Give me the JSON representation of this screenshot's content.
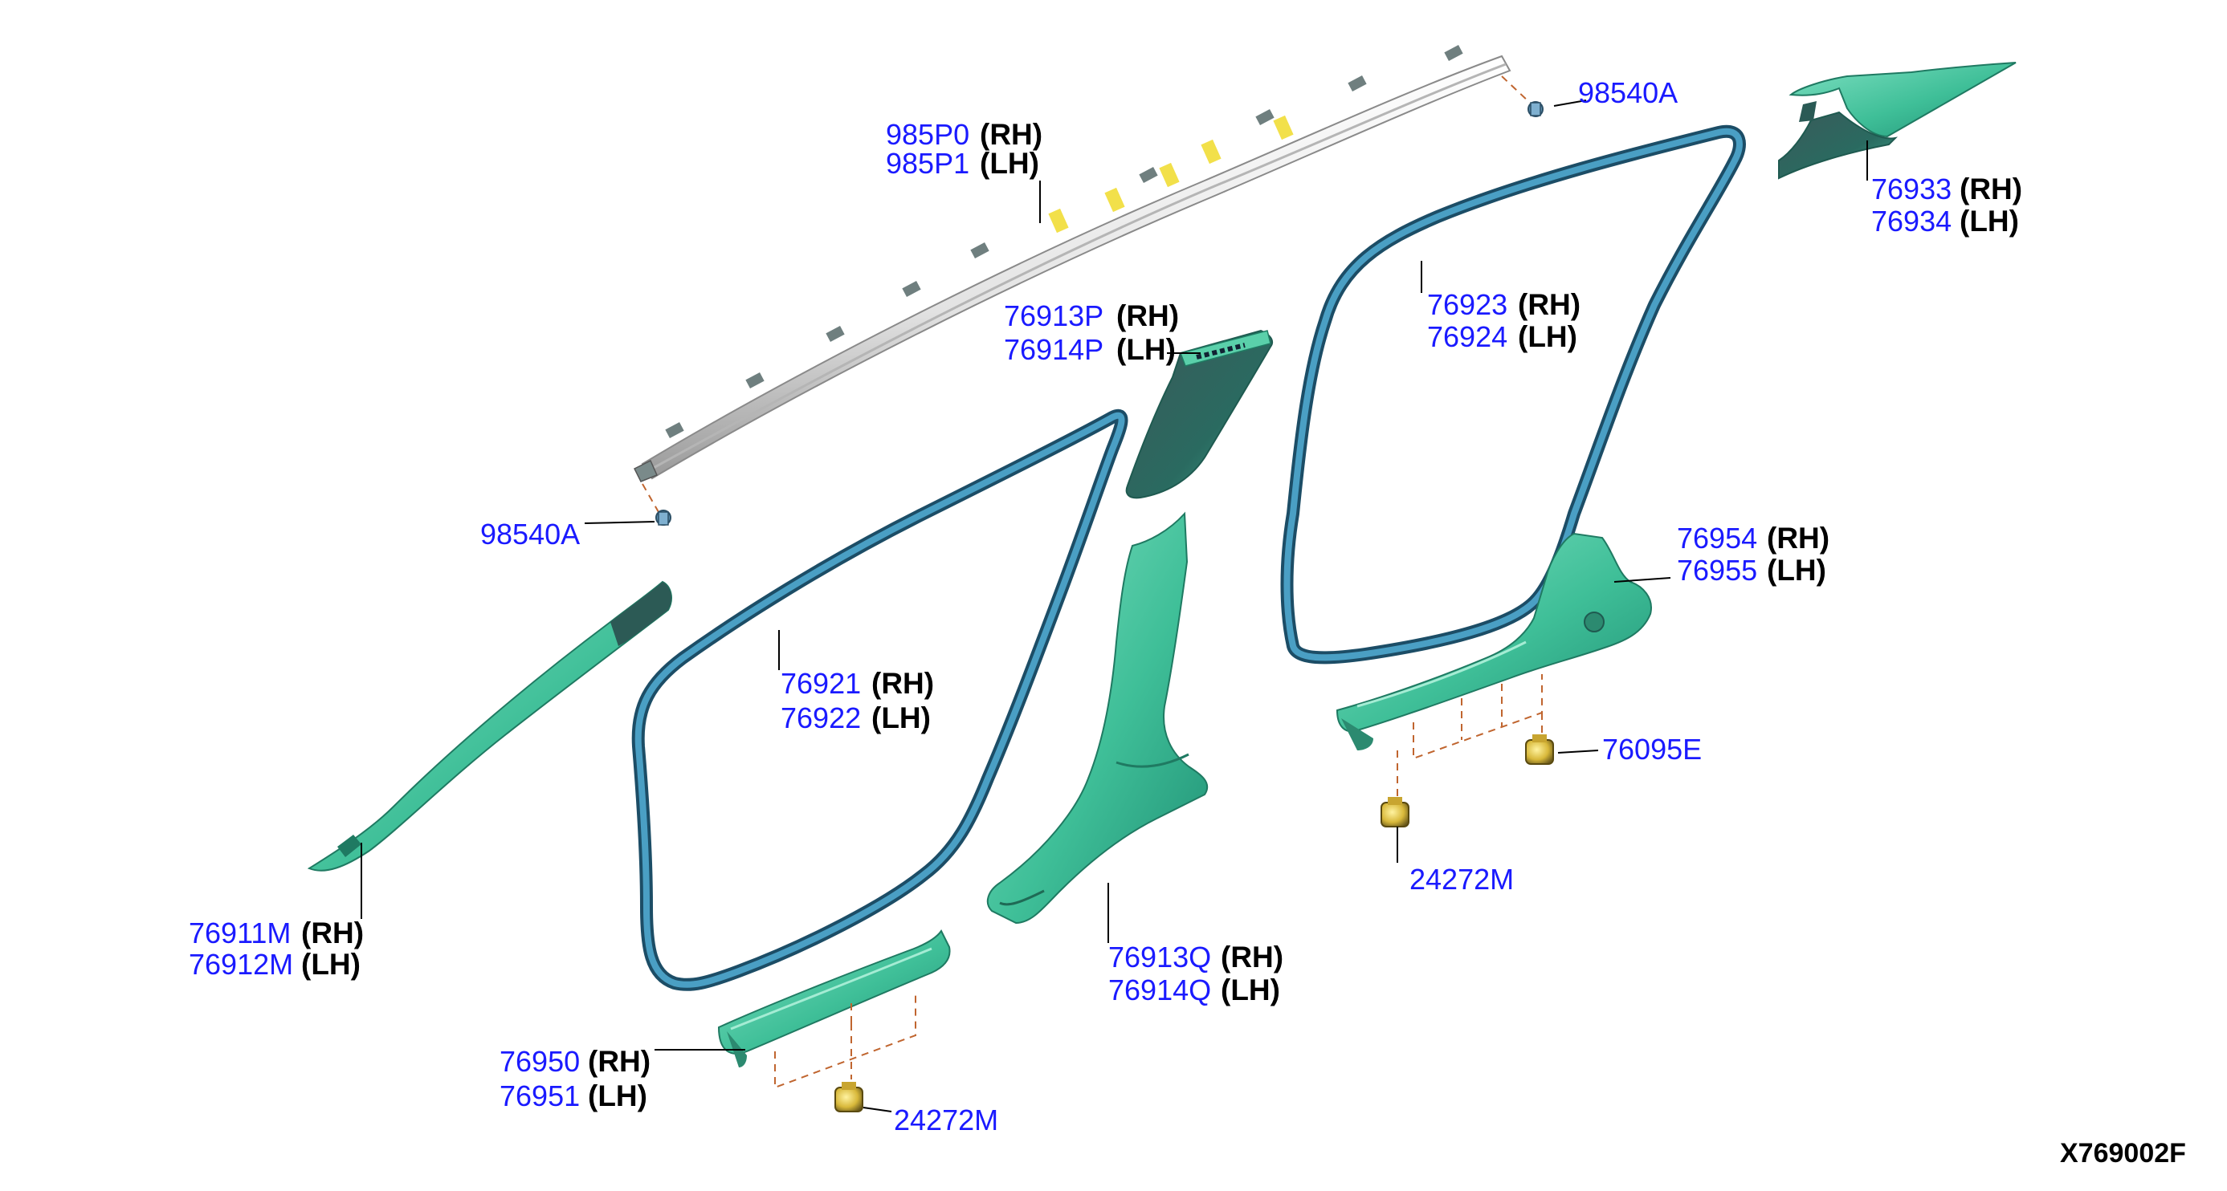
{
  "diagram_id": "X769002F",
  "callouts": [
    {
      "id": "airbag",
      "part_rh": "985P0",
      "side_rh": "(RH)",
      "part_lh": "985P1",
      "side_lh": "(LH)"
    },
    {
      "id": "bolt-right",
      "part": "98540A"
    },
    {
      "id": "bolt-left",
      "part": "98540A"
    },
    {
      "id": "rear-quarter",
      "part_rh": "76933",
      "side_rh": "(RH)",
      "part_lh": "76934",
      "side_lh": "(LH)"
    },
    {
      "id": "center-upper",
      "part_rh": "76913P",
      "side_rh": "(RH)",
      "part_lh": "76914P",
      "side_lh": "(LH)"
    },
    {
      "id": "rear-weatherstrip",
      "part_rh": "76923",
      "side_rh": "(RH)",
      "part_lh": "76924",
      "side_lh": "(LH)"
    },
    {
      "id": "rear-kicking",
      "part_rh": "76954",
      "side_rh": "(RH)",
      "part_lh": "76955",
      "side_lh": "(LH)"
    },
    {
      "id": "front-weatherstrip",
      "part_rh": "76921",
      "side_rh": "(RH)",
      "part_lh": "76922",
      "side_lh": "(LH)"
    },
    {
      "id": "clip-rear",
      "part": "76095E"
    },
    {
      "id": "clip-mid",
      "part": "24272M"
    },
    {
      "id": "front-pillar",
      "part_rh": "76911M",
      "side_rh": "(RH)",
      "part_lh": "76912M",
      "side_lh": "(LH)"
    },
    {
      "id": "center-lower",
      "part_rh": "76913Q",
      "side_rh": "(RH)",
      "part_lh": "76914Q",
      "side_lh": "(LH)"
    },
    {
      "id": "front-kicking",
      "part_rh": "76950",
      "side_rh": "(RH)",
      "part_lh": "76951",
      "side_lh": "(LH)"
    },
    {
      "id": "clip-front",
      "part": "24272M"
    }
  ],
  "colors": {
    "part_number": "#1a1aff",
    "trim": "#4cc9a3",
    "trim_dark": "#1f8f74",
    "weatherstrip": "#2c6a88",
    "airbag": "#e6e6e6",
    "clip": "#e3c53a",
    "dash": "#c0652f"
  }
}
